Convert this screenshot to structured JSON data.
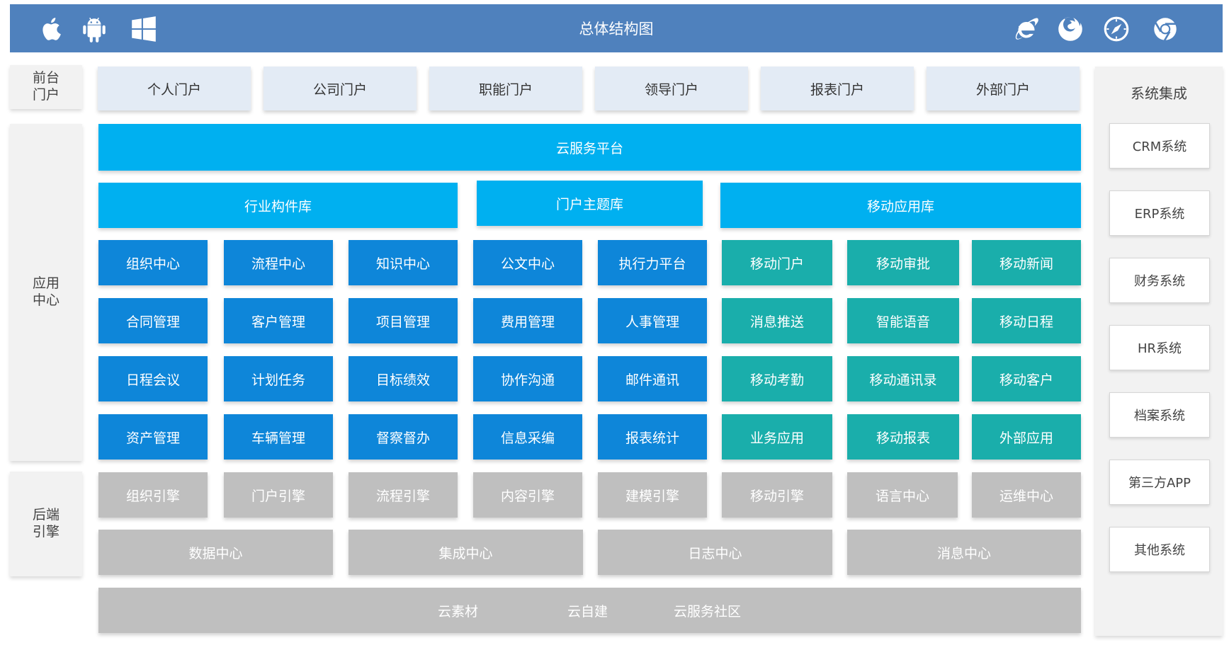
{
  "header": {
    "title": "总体结构图",
    "os_icons": [
      "apple-icon",
      "android-icon",
      "windows-icon"
    ],
    "browser_icons": [
      "ie-icon",
      "firefox-icon",
      "safari-icon",
      "chrome-icon"
    ]
  },
  "side_labels": {
    "front": "前台门户",
    "app": "应用中心",
    "backend": "后端引擎"
  },
  "portals": [
    "个人门户",
    "公司门户",
    "职能门户",
    "领导门户",
    "报表门户",
    "外部门户"
  ],
  "cloud_platform": "云服务平台",
  "libraries": [
    "行业构件库",
    "门户主题库",
    "移动应用库"
  ],
  "app_grid": [
    [
      "组织中心",
      "流程中心",
      "知识中心",
      "公文中心",
      "执行力平台",
      "移动门户",
      "移动审批",
      "移动新闻"
    ],
    [
      "合同管理",
      "客户管理",
      "项目管理",
      "费用管理",
      "人事管理",
      "消息推送",
      "智能语音",
      "移动日程"
    ],
    [
      "日程会议",
      "计划任务",
      "目标绩效",
      "协作沟通",
      "邮件通讯",
      "移动考勤",
      "移动通讯录",
      "移动客户"
    ],
    [
      "资产管理",
      "车辆管理",
      "督察督办",
      "信息采编",
      "报表统计",
      "业务应用",
      "移动报表",
      "外部应用"
    ]
  ],
  "engines": [
    "组织引擎",
    "门户引擎",
    "流程引擎",
    "内容引擎",
    "建模引擎",
    "移动引擎",
    "语言中心",
    "运维中心"
  ],
  "centers": [
    "数据中心",
    "集成中心",
    "日志中心",
    "消息中心"
  ],
  "cloud_footer": [
    "云素材",
    "云自建",
    "云服务社区"
  ],
  "integration": {
    "title": "系统集成",
    "items": [
      "CRM系统",
      "ERP系统",
      "财务系统",
      "HR系统",
      "档案系统",
      "第三方APP",
      "其他系统"
    ]
  },
  "colors": {
    "header": "#4f81bd",
    "portal": "#e3ebf5",
    "cloud": "#00b0f0",
    "app": "#0e86d9",
    "mobile": "#1aaeab",
    "engine": "#bfbfbf"
  }
}
